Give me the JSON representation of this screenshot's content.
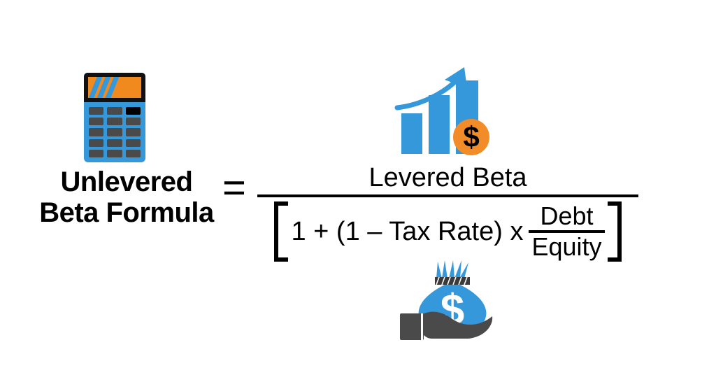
{
  "page": {
    "background": "#ffffff",
    "accent_blue": "#3498DB",
    "accent_orange": "#F28C28",
    "dark_gray": "#4A4A4A",
    "text_color": "#000000"
  },
  "title": {
    "line1": "Unlevered",
    "line2": "Beta Formula"
  },
  "equals": "=",
  "formula": {
    "numerator": "Levered Beta",
    "denominator_prefix": "1 + (1 – Tax Rate) x",
    "inner_fraction": {
      "numerator": "Debt",
      "denominator": "Equity"
    },
    "bracket_left": "[",
    "bracket_right": "]"
  },
  "icons": {
    "calculator": {
      "name": "calculator-icon",
      "screen_color": "#F08A1E",
      "body_color": "#3498DB",
      "top_color": "#111111",
      "key_color": "#4A4A4A",
      "key_highlight_color": "#000000",
      "key_rows": 5,
      "key_cols": 3,
      "highlight_key_index": 2,
      "screen_stripes": 3
    },
    "growth_chart": {
      "name": "growth-chart-icon",
      "bar_color": "#3498DB",
      "arrow_color": "#3498DB",
      "coin_color": "#F28C28",
      "coin_symbol": "$",
      "bars": [
        58,
        84,
        105
      ]
    },
    "money_bag": {
      "name": "money-bag-in-hand-icon",
      "bag_color": "#3498DB",
      "hand_color": "#4A4A4A",
      "symbol": "$",
      "symbol_color": "#ffffff",
      "tie_color": "#3A3A3A"
    }
  }
}
